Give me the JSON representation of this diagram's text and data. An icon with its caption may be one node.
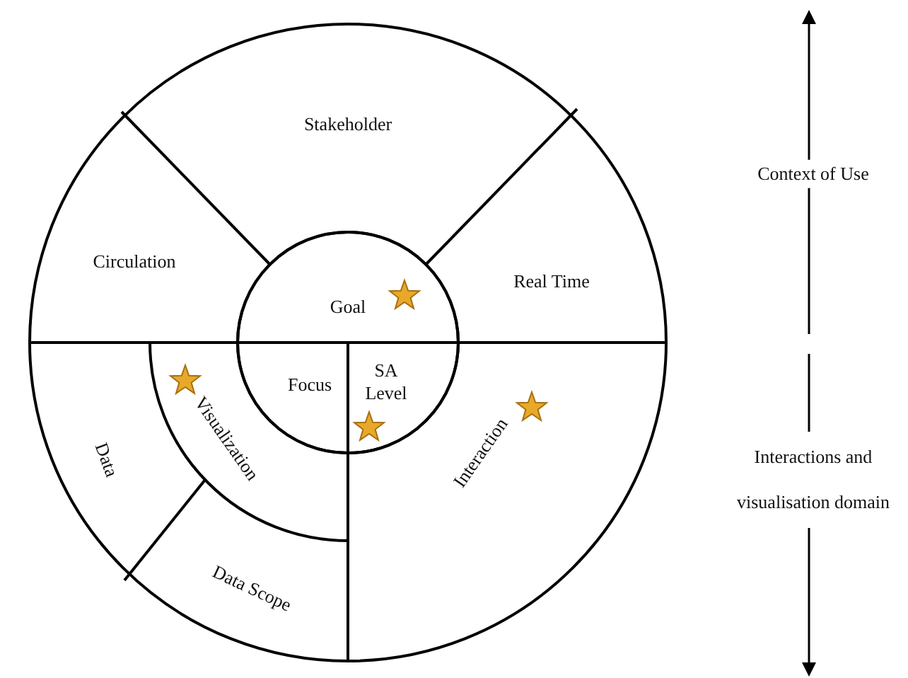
{
  "diagram": {
    "nodes": [
      {
        "text": [
          "Stakeholder"
        ]
      },
      {
        "text": [
          "Circulation"
        ]
      },
      {
        "text": [
          "Goal"
        ]
      },
      {
        "text": [
          "Real Time"
        ]
      },
      {
        "text": [
          "Focus"
        ]
      },
      {
        "text": [
          "SA Level"
        ]
      },
      {
        "text": [
          "Visualization"
        ]
      },
      {
        "text": [
          "Data"
        ]
      },
      {
        "text": [
          "Interaction"
        ]
      },
      {
        "text": [
          "Data Scope"
        ]
      }
    ],
    "edges": [],
    "labels": [
      "Context of Use",
      "Interactions and visualisation domain"
    ]
  }
}
